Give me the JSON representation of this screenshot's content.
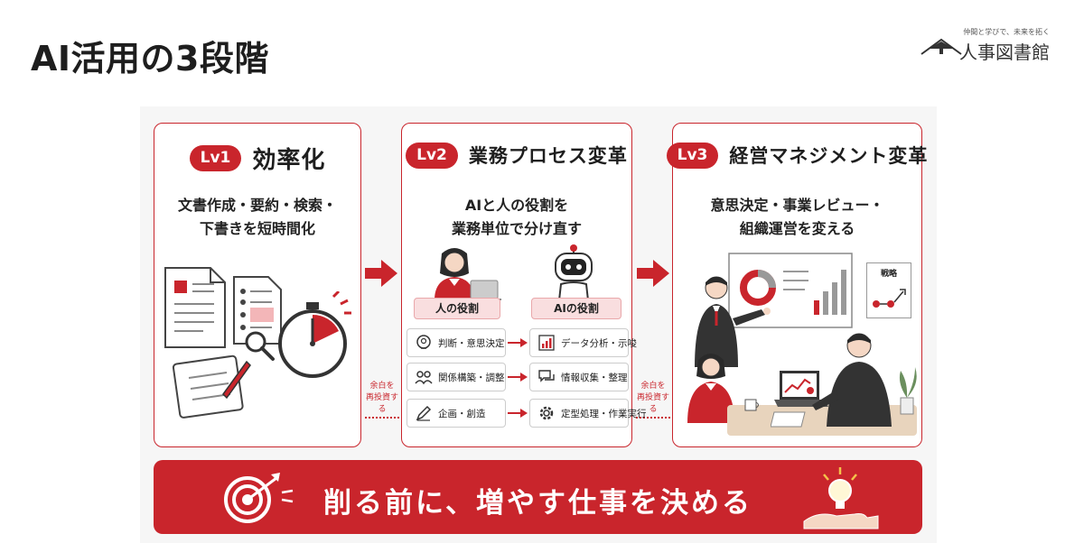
{
  "title": "AI活用の3段階",
  "logo": {
    "tagline": "仲間と学びで、未来を拓く",
    "name": "人事図書館"
  },
  "colors": {
    "accent": "#c9252c",
    "accent_light": "#f9dedf"
  },
  "levels": [
    {
      "badge": "Lv1",
      "title": "効率化",
      "desc": [
        "文書作成・要約・検索・",
        "下書きを短時間化"
      ]
    },
    {
      "badge": "Lv2",
      "title": "業務プロセス変革",
      "desc": [
        "AIと人の役割を",
        "業務単位で分け直す"
      ]
    },
    {
      "badge": "Lv3",
      "title": "経営マネジメント変革",
      "desc": [
        "意思決定・事業レビュー・",
        "組織運営を変える"
      ]
    }
  ],
  "transition_note": [
    "余白を",
    "再投資する"
  ],
  "roles": {
    "human_label": "人の役割",
    "ai_label": "AIの役割",
    "human": [
      "判断・意思決定",
      "関係構築・調整",
      "企画・創造"
    ],
    "ai": [
      "データ分析・示唆",
      "情報収集・整理",
      "定型処理・作業実行"
    ]
  },
  "board_label": "戦略",
  "banner": "削る前に、増やす仕事を決める",
  "icons": [
    "document-icon",
    "stopwatch-icon",
    "notebook-icon",
    "magnifier-icon",
    "robot-icon",
    "laptop-icon",
    "lightbulb-icon",
    "target-icon",
    "bar-chart-icon",
    "donut-chart-icon"
  ]
}
